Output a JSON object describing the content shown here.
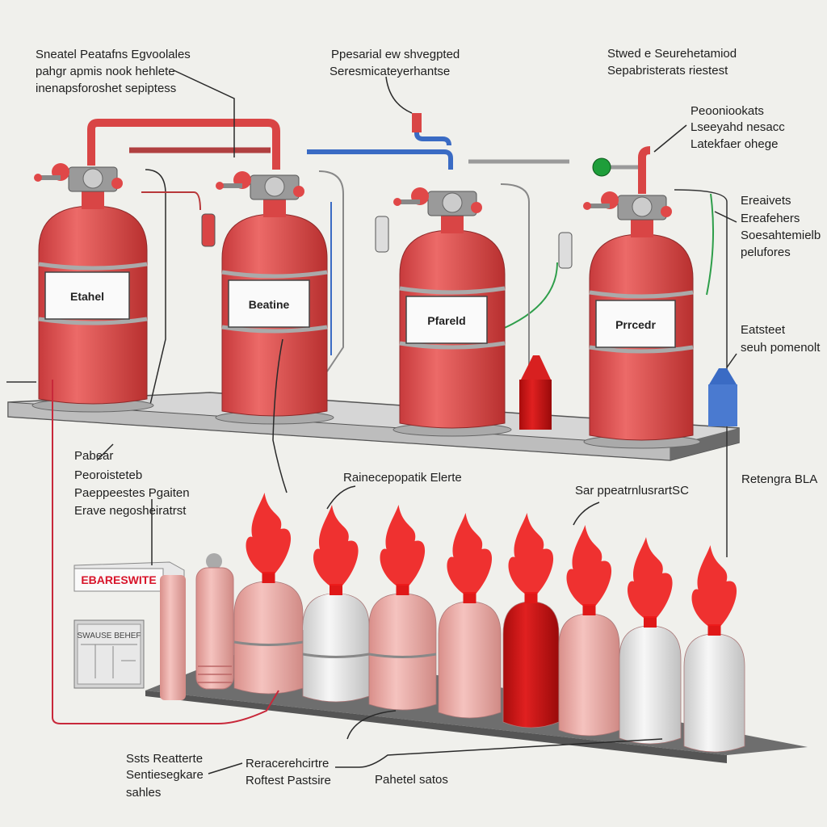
{
  "callouts": {
    "top_left": [
      "Sneatel Peatafns Egvoolales",
      "pahgr apmis nook hehlete",
      "inenapsforoshet sepiptess"
    ],
    "top_center": [
      "Ppesarial ew shvegpted",
      "Seresmicateyerhantse"
    ],
    "top_right": [
      "Stwed e Seurehetamiod",
      "Sepabristerats riestest"
    ],
    "right_valve": [
      "Peooniookats",
      "Lseeyahd nesacc",
      "Latekfaer ohege"
    ],
    "right_pipe": [
      "Ereaivets",
      "Ereafehers",
      "Soesahtemielb",
      "pelufores"
    ],
    "right_blue": [
      "Eatsteet",
      "seuh pomenolt"
    ],
    "left_mid": [
      "Pabear",
      "Peoroisteteb",
      "Paeppeestes Pgaiten",
      "Erave negosheiratrst"
    ],
    "center_mid": [
      "Rainecepopatik Elerte"
    ],
    "right_mid": [
      "Sar ppeatrnlusrartSC"
    ],
    "far_right_mid": [
      "Retengra BLA"
    ],
    "bottom_left": [
      "Ssts  Reatterte",
      "Sentiesegkare",
      "sahles"
    ],
    "bottom_center": [
      "Reracerehcirtre",
      "Roftest Pastsire"
    ],
    "bottom_right": [
      "Pahetel satos"
    ]
  },
  "tank_labels": [
    "Etahel",
    "Beatine",
    "Pfareld",
    "Prrcedr"
  ],
  "sign_text": "EBARESWITE",
  "panel_text": "SWAUSE BEHEF",
  "colors": {
    "tank_red": "#d9484a",
    "pipe_blue": "#3a6bc4",
    "pipe_green": "#2e9e4a",
    "flame_red": "#ee1c1c",
    "cylinder_pink": "#eba9a4",
    "cylinder_white": "#e4e4e4",
    "cylinder_dark_red": "#c81414",
    "background": "#f0f0ec"
  }
}
